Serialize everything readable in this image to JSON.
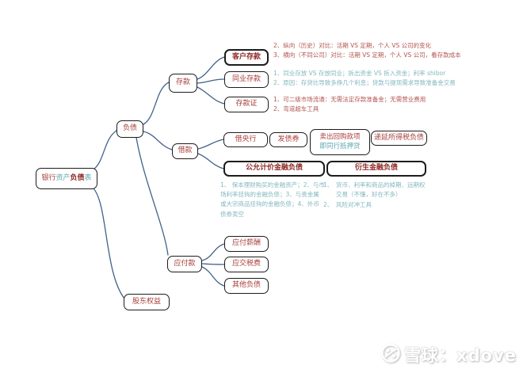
{
  "root": {
    "segments": [
      {
        "text": "银行"
      },
      {
        "text": "资产"
      },
      {
        "text": "负债"
      },
      {
        "text": "表"
      }
    ]
  },
  "nodes": {
    "fuzhai": {
      "label": "负债"
    },
    "cunkuan": {
      "label": "存款"
    },
    "kehu_cunkuan": {
      "label": "客户存款"
    },
    "tongye_cunkuan": {
      "label": "同业存款"
    },
    "cunkuanzheng": {
      "label": "存款证"
    },
    "jiekuan": {
      "label": "借款"
    },
    "jie_yanghang": {
      "label": "借央行"
    },
    "fa_zhaiquan": {
      "label": "发债券"
    },
    "maichu_huigou": {
      "line1": "卖出回购款项",
      "line2": "即同行抵押贷"
    },
    "diyan_suodeshui": {
      "label": "递延所得税负债"
    },
    "gongyun_jijia": {
      "label": "公允计价金融负债"
    },
    "yansheng_jinrong": {
      "label": "衍生金融负债"
    },
    "yingfukuan": {
      "label": "应付款"
    },
    "yingfu_xinchou": {
      "label": "应付薪酬"
    },
    "yingjiao_shuifei": {
      "label": "应交税费"
    },
    "qita_fuzhai": {
      "label": "其他负债"
    },
    "gudong_quanyi": {
      "label": "股东权益"
    }
  },
  "annotations": {
    "kehu_cunkuan": {
      "lines": [
        "2、纵向（历史）对比：活期 VS 定期，个人 VS 公司的变化",
        "3、横向（不同公司）对比：活期 VS 定期，个人 VS 公司，看存款成本"
      ]
    },
    "tongye_cunkuan": {
      "lines": [
        "1、同业存放 VS 存放同业；拆出资金 VS 拆入资金；利率 shibor",
        "2、原因：存贷比导致多挣几个利息；贷款与提现需求导致准备金交易"
      ]
    },
    "cunkuanzheng": {
      "lines": [
        "1、可二级市场流通：无需法定存款准备金；无需营业费用",
        "2、弯道超车工具"
      ]
    },
    "gongyun_jijia": {
      "text": "1、 保本理财购买的金融资产；2、与市场利率挂钩的金融负债；3、与贵金属或大宗商品挂钩的金融负债；4、外币债券卖空"
    },
    "yansheng_jinrong": {
      "items": [
        {
          "num": "1、",
          "text": "货币、利率和商品的掉期、远期权交易（不懂，好在不多）"
        },
        {
          "num": "2、",
          "text": "风险对冲工具"
        }
      ]
    }
  },
  "watermark": {
    "text": "雪球：xdove"
  },
  "colors": {
    "node_red": "#A8403C",
    "node_dark_red": "#8E2A28",
    "teal": "#5FA7AE",
    "annotation_red": "#B25450",
    "annotation_teal": "#82B7BF",
    "edge_line": "#41628A",
    "box_border": "#1C1C1C",
    "background": "#FFFFFF"
  }
}
